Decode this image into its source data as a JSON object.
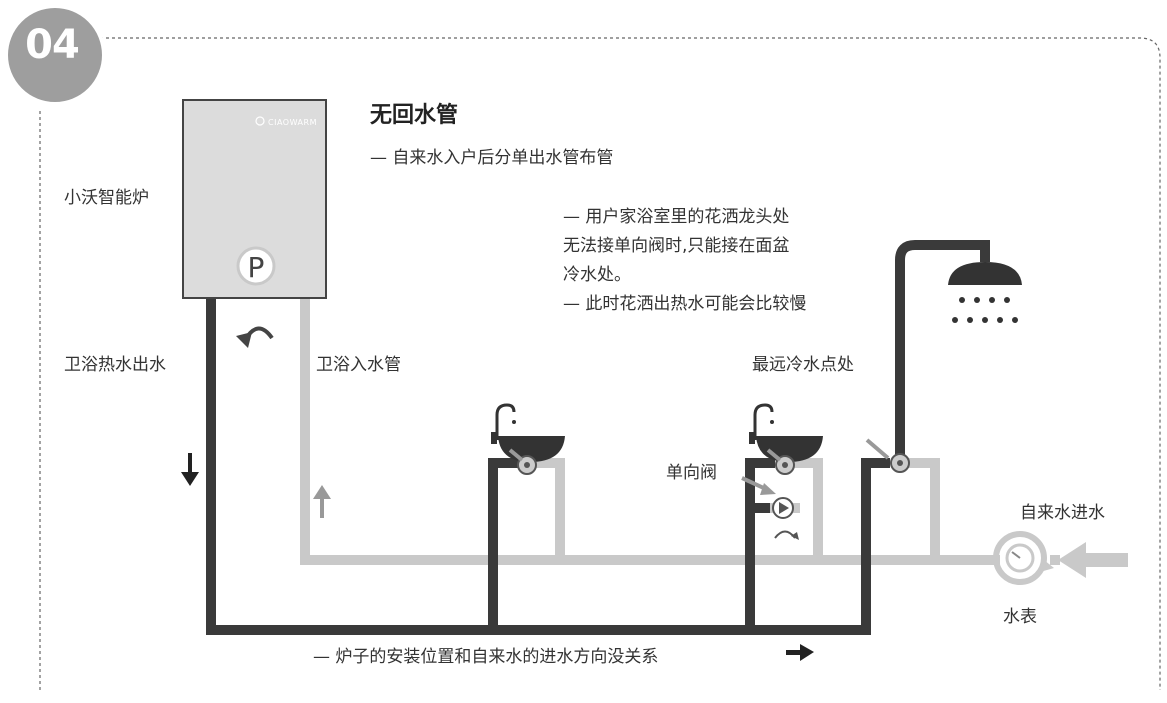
{
  "badge": "04",
  "title": "无回水管",
  "subtitle": "— 自来水入户后分单出水管布管",
  "boiler_brand": "CIAOWARM",
  "pump_symbol": "P",
  "labels": {
    "boiler": "小沃智能炉",
    "hot_out": "卫浴热水出水",
    "return_in": "卫浴入水管",
    "check_valve": "单向阀",
    "farthest_cold": "最远冷水点处",
    "inlet": "自来水进水",
    "meter": "水表",
    "bottom_note": "— 炉子的安装位置和自来水的进水方向没关系"
  },
  "note_lines": [
    "—  用户家浴室里的花洒龙头处",
    "无法接单向阀时,只能接在面盆",
    "冷水处。",
    "— 此时花洒出热水可能会比较慢"
  ],
  "colors": {
    "hot_pipe": "#3a3a3a",
    "cold_pipe": "#c9c9c9",
    "boiler": "#dcdcdc",
    "badge": "#9e9e9e"
  }
}
